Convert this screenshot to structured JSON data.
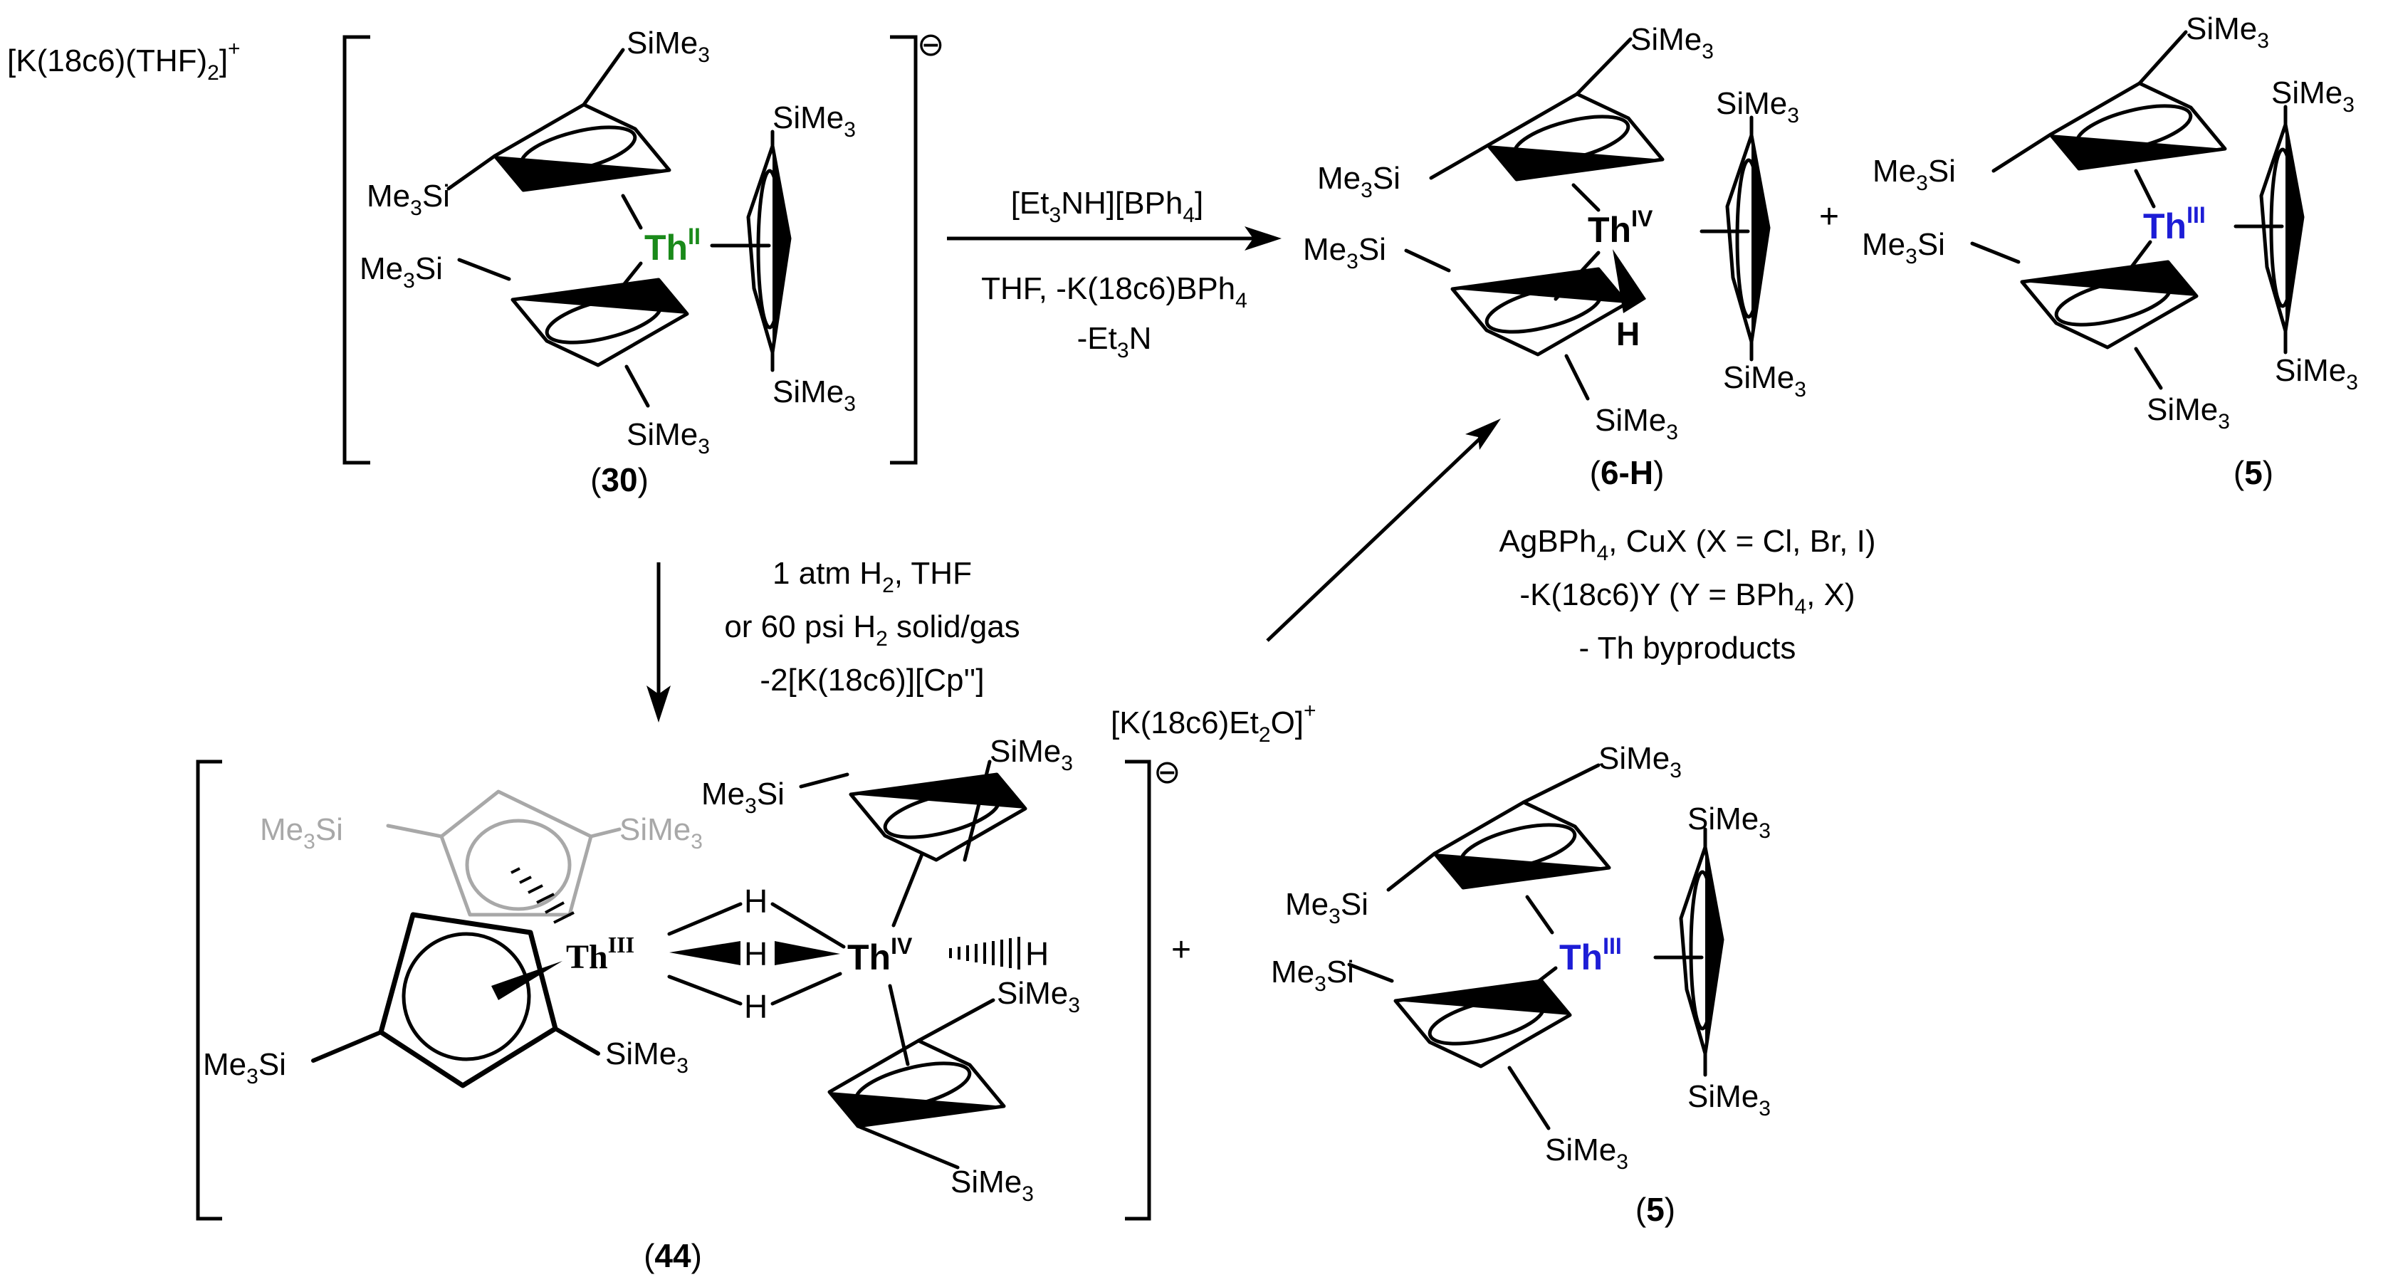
{
  "colors": {
    "th_ii": "#1a8a1a",
    "th_iii_blue": "#1d1dd6",
    "black": "#000000",
    "grey_fragment": "#a8a8a8"
  },
  "atoms": {
    "th": "Th",
    "ox_ii": "II",
    "ox_iii": "III",
    "ox_iv": "IV",
    "h": "H",
    "si": "Si",
    "me": "Me",
    "three": "3",
    "plus": "+"
  },
  "compounds": {
    "c30": {
      "label": "30",
      "cation_pre": "[K(18c6)(THF)",
      "cation_sub": "2",
      "cation_post": "]",
      "cation_charge": "+"
    },
    "c6h": {
      "label": "6-H"
    },
    "c5": {
      "label": "5"
    },
    "c44": {
      "label": "44",
      "cation_pre": "[K(18c6)Et",
      "cation_sub": "2",
      "cation_post": "O]",
      "cation_charge": "+"
    }
  },
  "arrows": {
    "a1": {
      "top_pre": "[Et",
      "top_sub1": "3",
      "top_mid": "NH][BPh",
      "top_sub2": "4",
      "top_post": "]",
      "line2_pre": "THF,  -K(18c6)BPh",
      "line2_sub": "4",
      "line3_pre": "-Et",
      "line3_sub": "3",
      "line3_post": "N"
    },
    "a2": {
      "line1_pre": "1 atm H",
      "line1_sub": "2",
      "line1_post": ", THF",
      "line2_pre": "or 60 psi H",
      "line2_sub": "2",
      "line2_post": " solid/gas",
      "line3": "-2[K(18c6)][Cp'']"
    },
    "a3": {
      "line1_pre": "AgBPh",
      "line1_sub": "4",
      "line1_post": ", CuX (X = Cl, Br, I)",
      "line2_pre": "-K(18c6)Y (Y = BPh",
      "line2_sub": "4",
      "line2_post": ", X)",
      "line3": "- Th byproducts"
    }
  }
}
